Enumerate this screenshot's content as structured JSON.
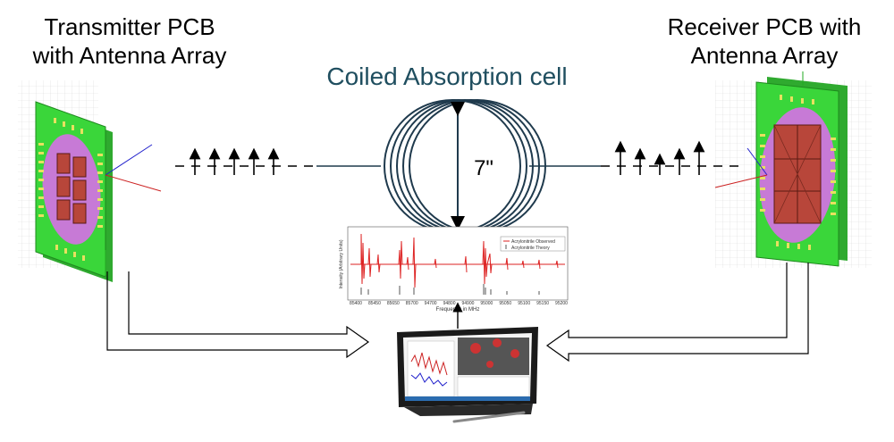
{
  "transmitter": {
    "title_line1": "Transmitter PCB",
    "title_line2": "with Antenna Array"
  },
  "receiver": {
    "title_line1": "Receiver PCB with",
    "title_line2": "Antenna Array"
  },
  "cell": {
    "title": "Coiled Absorption cell",
    "diameter_label": "7\""
  },
  "spectrum": {
    "ylabel": "Intensity (Arbitrary Units)",
    "xlabel": "Frequency in MHz",
    "legend": [
      "Acrylonitrile Observed",
      "Acrylonitrile Theory"
    ],
    "ticks": [
      "85400",
      "85450",
      "85650",
      "85700",
      "94700",
      "94800",
      "94900",
      "95000",
      "95050",
      "95100",
      "95150",
      "95200"
    ]
  },
  "colors": {
    "pcb_green": "#3ad63a",
    "pcb_purple": "#c77ad6",
    "antenna_red": "#b8463a",
    "cell_navy": "#1f3a4d",
    "title_teal": "#1f4e5f"
  }
}
